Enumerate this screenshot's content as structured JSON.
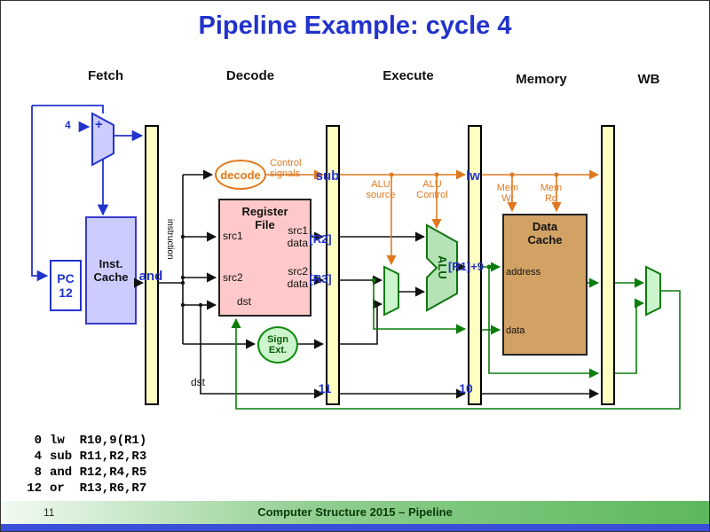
{
  "slide": {
    "title": "Pipeline Example: cycle 4",
    "footer_page": "11",
    "footer_text": "Computer Structure 2015 – Pipeline"
  },
  "stage_labels": {
    "fetch": "Fetch",
    "decode": "Decode",
    "execute": "Execute",
    "memory": "Memory",
    "wb": "WB"
  },
  "fetch_stage": {
    "pc_label": "PC",
    "pc_value": "12",
    "adder_symbol": "+",
    "adder_increment": "4",
    "inst_cache_label": "Inst.\nCache",
    "instruction_bus_label": "instruction",
    "if_id_instruction": "and"
  },
  "decode_stage": {
    "decode_label": "decode",
    "control_signals_label": "Control\nsignals",
    "register_file_label": "Register\nFile",
    "src1_label": "src1",
    "src2_label": "src2",
    "dst_label": "dst",
    "src1_data_label": "src1\ndata",
    "src2_data_label": "src2\ndata",
    "sign_ext_label": "Sign\nExt.",
    "dst_bus_label": "dst",
    "id_ex_instruction": "sub"
  },
  "execute_stage": {
    "alu_label": "ALU",
    "alu_source_label": "ALU\nsource",
    "alu_control_label": "ALU\nControl",
    "src1_value": "[R2]",
    "src2_value": "[R3]",
    "dst_value": "11",
    "ex_mem_instruction": "lw"
  },
  "memory_stage": {
    "mem_wr_label": "Mem\nWr",
    "mem_rd_label": "Mem\nRd",
    "alu_result": "[R1]+9",
    "data_cache_label": "Data\nCache",
    "address_label": "address",
    "data_label": "data",
    "dst_value": "10"
  },
  "program": {
    "rows": [
      {
        "addr": "0",
        "instr": "lw  R10,9(R1)"
      },
      {
        "addr": "4",
        "instr": "sub R11,R2,R3"
      },
      {
        "addr": "8",
        "instr": "and R12,R4,R5"
      },
      {
        "addr": "12",
        "instr": "or  R13,R6,R7"
      }
    ]
  },
  "colors": {
    "title_blue": "#2233cc",
    "instruction_blue": "#2233cc",
    "control_orange": "#e07820",
    "datapath_green": "#0b7d0b",
    "pipeline_reg_fill": "#ffffc2",
    "inst_cache_fill": "#ccccff",
    "register_file_fill": "#ffc9c9",
    "data_cache_fill": "#d2a265",
    "footer_green": "#5cb85c",
    "bottom_strip_blue": "#3a4fd8"
  }
}
